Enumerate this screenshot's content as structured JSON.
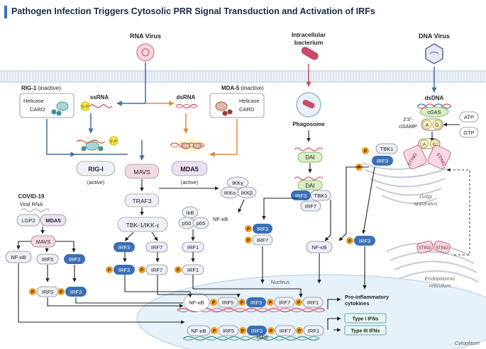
{
  "title": "Pathogen Infection Triggers Cytosolic PRR Signal Transduction and Activation of IRFs",
  "pathogens": {
    "rna_virus": "RNA Virus",
    "bacterium_line1": "Intracellular",
    "bacterium_line2": "bacterium",
    "dna_virus": "DNA Virus"
  },
  "rig1_inactive": {
    "name": "RIG-1",
    "state": "(inactive)",
    "helicase": "Helicase",
    "card": "CARD"
  },
  "mda5_inactive": {
    "name": "MDA-5",
    "state": "(inactive)",
    "helicase": "Helicase",
    "card": "CARD"
  },
  "ssrna": "ssRNA",
  "dsrna": "dsRNA",
  "five_p": "5'-P",
  "rig1_active": {
    "name": "RIG-I",
    "state": "(active)"
  },
  "mda5_active": {
    "name": "MDA5",
    "state": "(active)"
  },
  "mavs": "MAVS",
  "traf3": "TRAF3",
  "tbk1_ikke": "TBK-1/IKK-ε",
  "ikk": {
    "gamma": "IKKγ",
    "alpha": "IKKα",
    "beta": "IKKβ"
  },
  "nfkb_complex": {
    "ikb": "IκB",
    "p50": "p50",
    "p65": "p65",
    "label": "NF-κB"
  },
  "irf3": "IRF3",
  "irf7": "IRF7",
  "irf1": "IRF1",
  "irf5": "IRF5",
  "nfkb": "NF-κB",
  "phospho": "P",
  "phagosome": "Phagosome",
  "dai": "DAI",
  "tbk1": "TBK1",
  "dsdna": "dsDNA",
  "cgas": "cGAS",
  "atp": "ATP",
  "gtp": "GTP",
  "cgamp_line1": "2'3'-",
  "cgamp_line2": "cGAMP",
  "cgamp_a": "A",
  "cgamp_g": "G",
  "sting": "STING",
  "golgi_line1": "Golgi",
  "golgi_line2": "apparatus",
  "er_line1": "Endoplasmic",
  "er_line2": "reticulum",
  "covid": {
    "title": "COVID-19",
    "subtitle": "Viral RNA",
    "lgp2": "LGP2",
    "mda5": "MDA5"
  },
  "nucleus": "Nucleus",
  "cytoplasm": "Cytoplasm",
  "isre": "ISRE",
  "outputs": {
    "pro_line1": "Pro-inflammatory",
    "pro_line2": "cytokines",
    "type1": "Type I IFNs",
    "type3": "Type III IFNs"
  },
  "colors": {
    "irf3": "#3b6fb6",
    "pale_protein": "#eef0f8",
    "pathway_blue": "#3f6f9e",
    "pathway_orange": "#e08a3a",
    "nucleus_fill": "#e6f1f9",
    "phospho": "#f29a1f",
    "dai_green": "#d9efc5",
    "mda5_purple": "#ece0f2"
  }
}
